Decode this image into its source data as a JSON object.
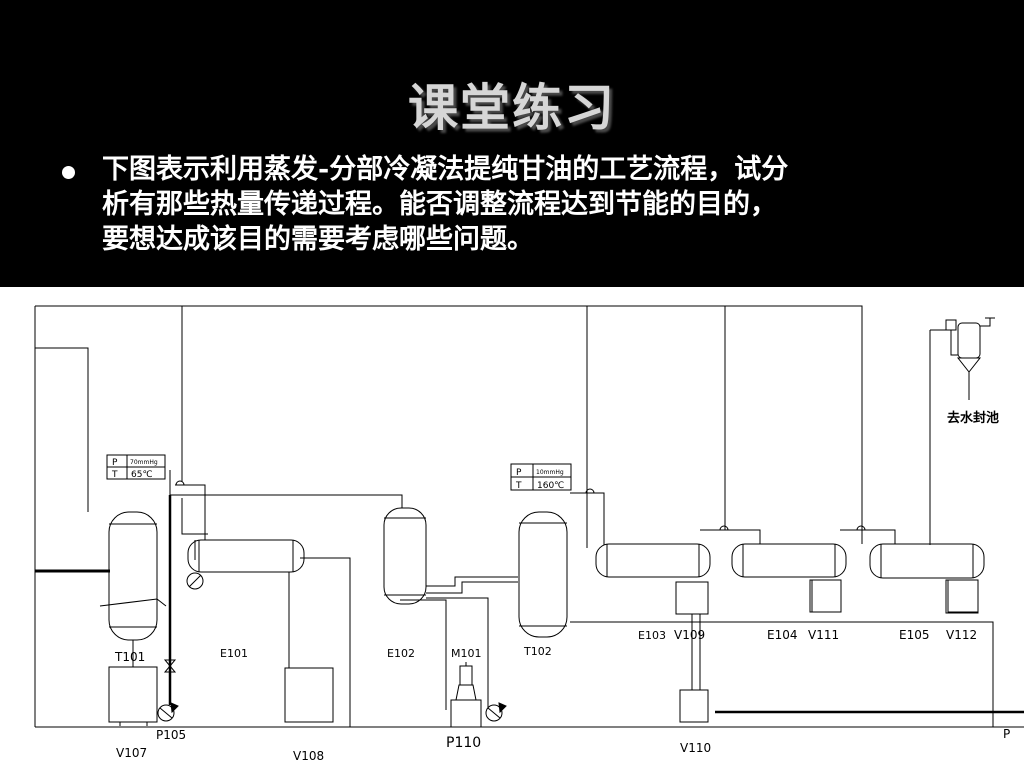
{
  "slide": {
    "title": "课堂练习",
    "bullet_lines": [
      "下图表示利用蒸发-分部冷凝法提纯甘油的工艺流程，试分",
      "析有那些热量传递过程。能否调整流程达到节能的目的，",
      "要想达成该目的需要考虑哪些问题。"
    ]
  },
  "diagram": {
    "indicator_1": {
      "p_label": "P",
      "t_label": "T",
      "p_value": "70mmHg",
      "t_value": "65℃"
    },
    "indicator_2": {
      "p_label": "P",
      "t_label": "T",
      "p_value": "10mmHg",
      "t_value": "160℃"
    },
    "labels": {
      "t101": "T101",
      "e101": "E101",
      "e102": "E102",
      "m101": "M101",
      "t102": "T102",
      "e103": "E103",
      "v109": "V109",
      "e104": "E104",
      "v111": "V111",
      "e105": "E105",
      "v112": "V112",
      "v107": "V107",
      "p105": "P105",
      "v108": "V108",
      "p110": "P110",
      "v110": "V110",
      "p_edge": "P",
      "seal": "去水封池"
    }
  },
  "colors": {
    "background": "#000000",
    "title": "#d6d6d6",
    "text": "#ffffff",
    "diagram_bg": "#ffffff",
    "line": "#000000"
  }
}
